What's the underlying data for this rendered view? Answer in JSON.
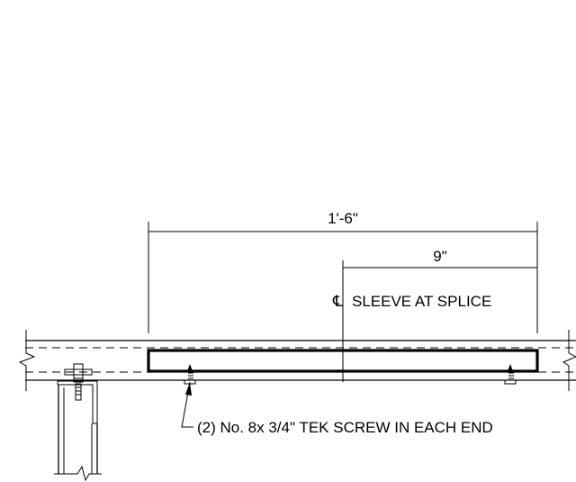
{
  "dimensions": {
    "overall_length": "1'-6\"",
    "half_length": "9\""
  },
  "centerline_symbol": "℄",
  "labels": {
    "sleeve_at_splice": "SLEEVE AT SPLICE",
    "screw_note": "(2) No. 8x 3/4\" TEK SCREW IN EACH END"
  }
}
